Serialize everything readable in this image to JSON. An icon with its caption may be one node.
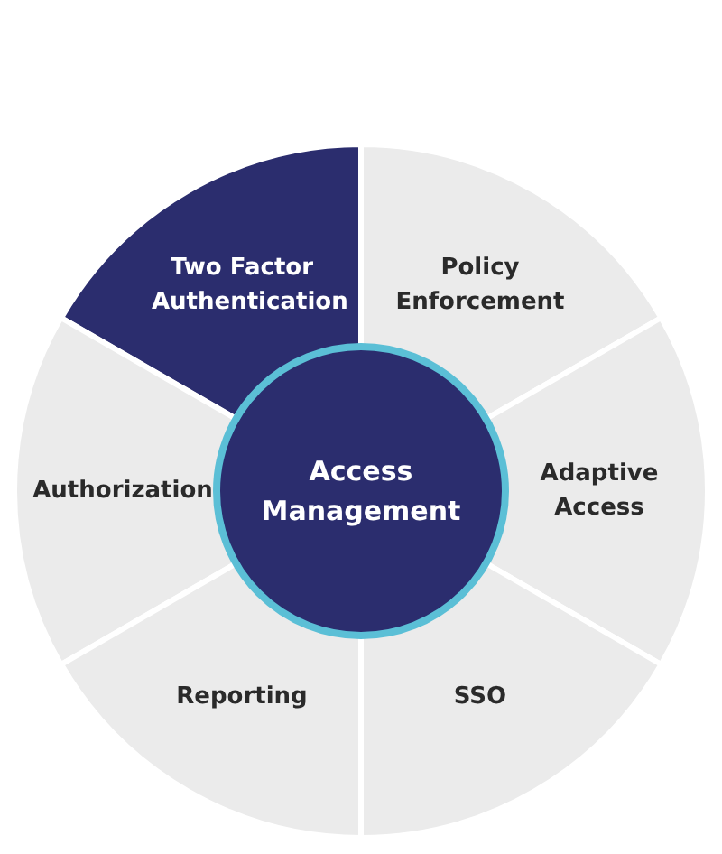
{
  "diagram": {
    "nodes": [
      {
        "text": [
          "Two Factor Authentication"
        ]
      },
      {
        "text": [
          "Policy Enforcement"
        ]
      },
      {
        "text": [
          "Authorization"
        ]
      },
      {
        "text": [
          "Access Management"
        ]
      },
      {
        "text": [
          "Adaptive Access"
        ]
      },
      {
        "text": [
          "Reporting"
        ]
      },
      {
        "text": [
          "SSO"
        ]
      }
    ]
  }
}
